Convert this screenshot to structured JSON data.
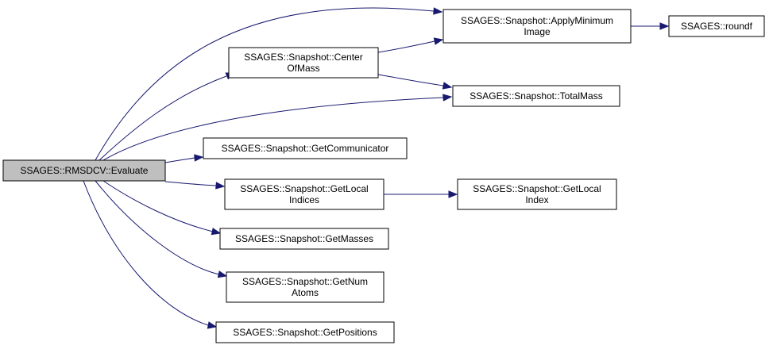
{
  "nodes": {
    "evaluate": {
      "lines": [
        "SSAGES::RMSDCV::Evaluate"
      ]
    },
    "apply_min_image": {
      "lines": [
        "SSAGES::Snapshot::ApplyMinimum",
        "Image"
      ]
    },
    "roundf": {
      "lines": [
        "SSAGES::roundf"
      ]
    },
    "center_of_mass": {
      "lines": [
        "SSAGES::Snapshot::Center",
        "OfMass"
      ]
    },
    "total_mass": {
      "lines": [
        "SSAGES::Snapshot::TotalMass"
      ]
    },
    "get_communicator": {
      "lines": [
        "SSAGES::Snapshot::GetCommunicator"
      ]
    },
    "get_local_indices": {
      "lines": [
        "SSAGES::Snapshot::GetLocal",
        "Indices"
      ]
    },
    "get_local_index": {
      "lines": [
        "SSAGES::Snapshot::GetLocal",
        "Index"
      ]
    },
    "get_masses": {
      "lines": [
        "SSAGES::Snapshot::GetMasses"
      ]
    },
    "get_num_atoms": {
      "lines": [
        "SSAGES::Snapshot::GetNum",
        "Atoms"
      ]
    },
    "get_positions": {
      "lines": [
        "SSAGES::Snapshot::GetPositions"
      ]
    }
  },
  "edges": [
    [
      "evaluate",
      "apply_min_image"
    ],
    [
      "evaluate",
      "center_of_mass"
    ],
    [
      "evaluate",
      "total_mass"
    ],
    [
      "evaluate",
      "get_communicator"
    ],
    [
      "evaluate",
      "get_local_indices"
    ],
    [
      "evaluate",
      "get_masses"
    ],
    [
      "evaluate",
      "get_num_atoms"
    ],
    [
      "evaluate",
      "get_positions"
    ],
    [
      "center_of_mass",
      "apply_min_image"
    ],
    [
      "center_of_mass",
      "total_mass"
    ],
    [
      "apply_min_image",
      "roundf"
    ],
    [
      "get_local_indices",
      "get_local_index"
    ]
  ],
  "colors": {
    "edge": "#191970",
    "root_fill": "#bfbfbf",
    "node_fill": "#ffffff",
    "node_stroke": "#000000"
  }
}
